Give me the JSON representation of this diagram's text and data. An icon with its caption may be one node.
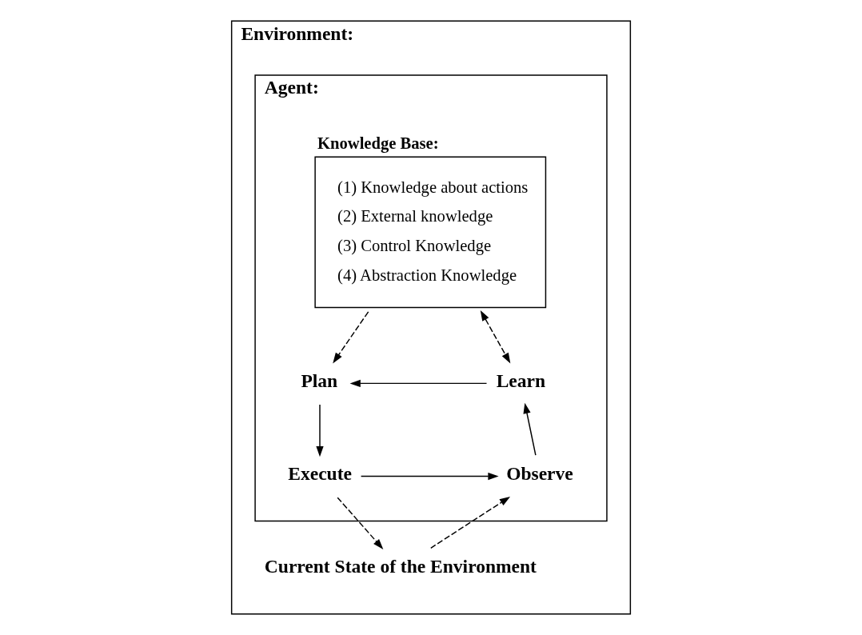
{
  "diagram": {
    "nodes": [
      {
        "text": [
          "Environment:"
        ]
      },
      {
        "text": [
          "Agent:"
        ],
        "in": 0
      },
      {
        "text": [
          "Knowledge Base:",
          "(1) Knowledge about actions",
          "(2) External knowledge",
          "(3) Control Knowledge",
          "(4) Abstraction Knowledge"
        ],
        "in": 1
      },
      {
        "text": [
          "Plan"
        ],
        "in": 1
      },
      {
        "text": [
          "Learn"
        ],
        "in": 1
      },
      {
        "text": [
          "Execute"
        ],
        "in": 1
      },
      {
        "text": [
          "Observe"
        ],
        "in": 1
      },
      {
        "text": [
          "Current State of the Environment"
        ],
        "in": 0
      }
    ],
    "edges": [
      {
        "from": 2,
        "to": 3,
        "arrow": "to",
        "style": "dashed"
      },
      {
        "from": 2,
        "to": 4,
        "arrow": "both",
        "style": "dashed"
      },
      {
        "from": 4,
        "to": 3,
        "arrow": "to"
      },
      {
        "from": 3,
        "to": 5,
        "arrow": "to"
      },
      {
        "from": 5,
        "to": 6,
        "arrow": "to"
      },
      {
        "from": 6,
        "to": 4,
        "arrow": "to"
      },
      {
        "from": 5,
        "to": 7,
        "arrow": "to",
        "style": "dashed"
      },
      {
        "from": 7,
        "to": 6,
        "arrow": "to",
        "style": "dashed"
      }
    ]
  }
}
